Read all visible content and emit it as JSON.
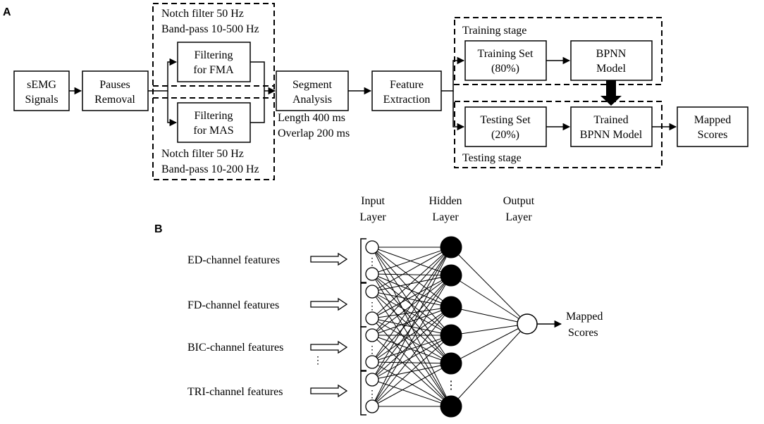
{
  "panel_a": {
    "label": "A",
    "boxes": {
      "semg": [
        "sEMG",
        "Signals"
      ],
      "pauses": [
        "Pauses",
        "Removal"
      ],
      "fma": [
        "Filtering",
        "for FMA"
      ],
      "mas": [
        "Filtering",
        "for MAS"
      ],
      "segment": [
        "Segment",
        "Analysis"
      ],
      "feature": [
        "Feature",
        "Extraction"
      ],
      "trainset": [
        "Training Set",
        "(80%)"
      ],
      "bpnn": [
        "BPNN",
        "Model"
      ],
      "testset": [
        "Testing Set",
        "(20%)"
      ],
      "trained": [
        "Trained",
        "BPNN Model"
      ],
      "mapped": [
        "Mapped",
        "Scores"
      ]
    },
    "notes": {
      "top_filter": [
        "Notch filter 50 Hz",
        "Band-pass 10-500 Hz"
      ],
      "bottom_filter": [
        "Notch filter 50 Hz",
        "Band-pass 10-200 Hz"
      ],
      "segment_params": [
        "Length 400 ms",
        "Overlap 200 ms"
      ],
      "training_stage": "Training stage",
      "testing_stage": "Testing stage"
    }
  },
  "panel_b": {
    "label": "B",
    "layers": {
      "input": [
        "Input",
        "Layer"
      ],
      "hidden": [
        "Hidden",
        "Layer"
      ],
      "output": [
        "Output",
        "Layer"
      ]
    },
    "features": [
      "ED-channel features",
      "FD-channel features",
      "BIC-channel features",
      "TRI-channel features"
    ],
    "output_label": [
      "Mapped",
      "Scores"
    ],
    "ellipsis": "⋮"
  }
}
